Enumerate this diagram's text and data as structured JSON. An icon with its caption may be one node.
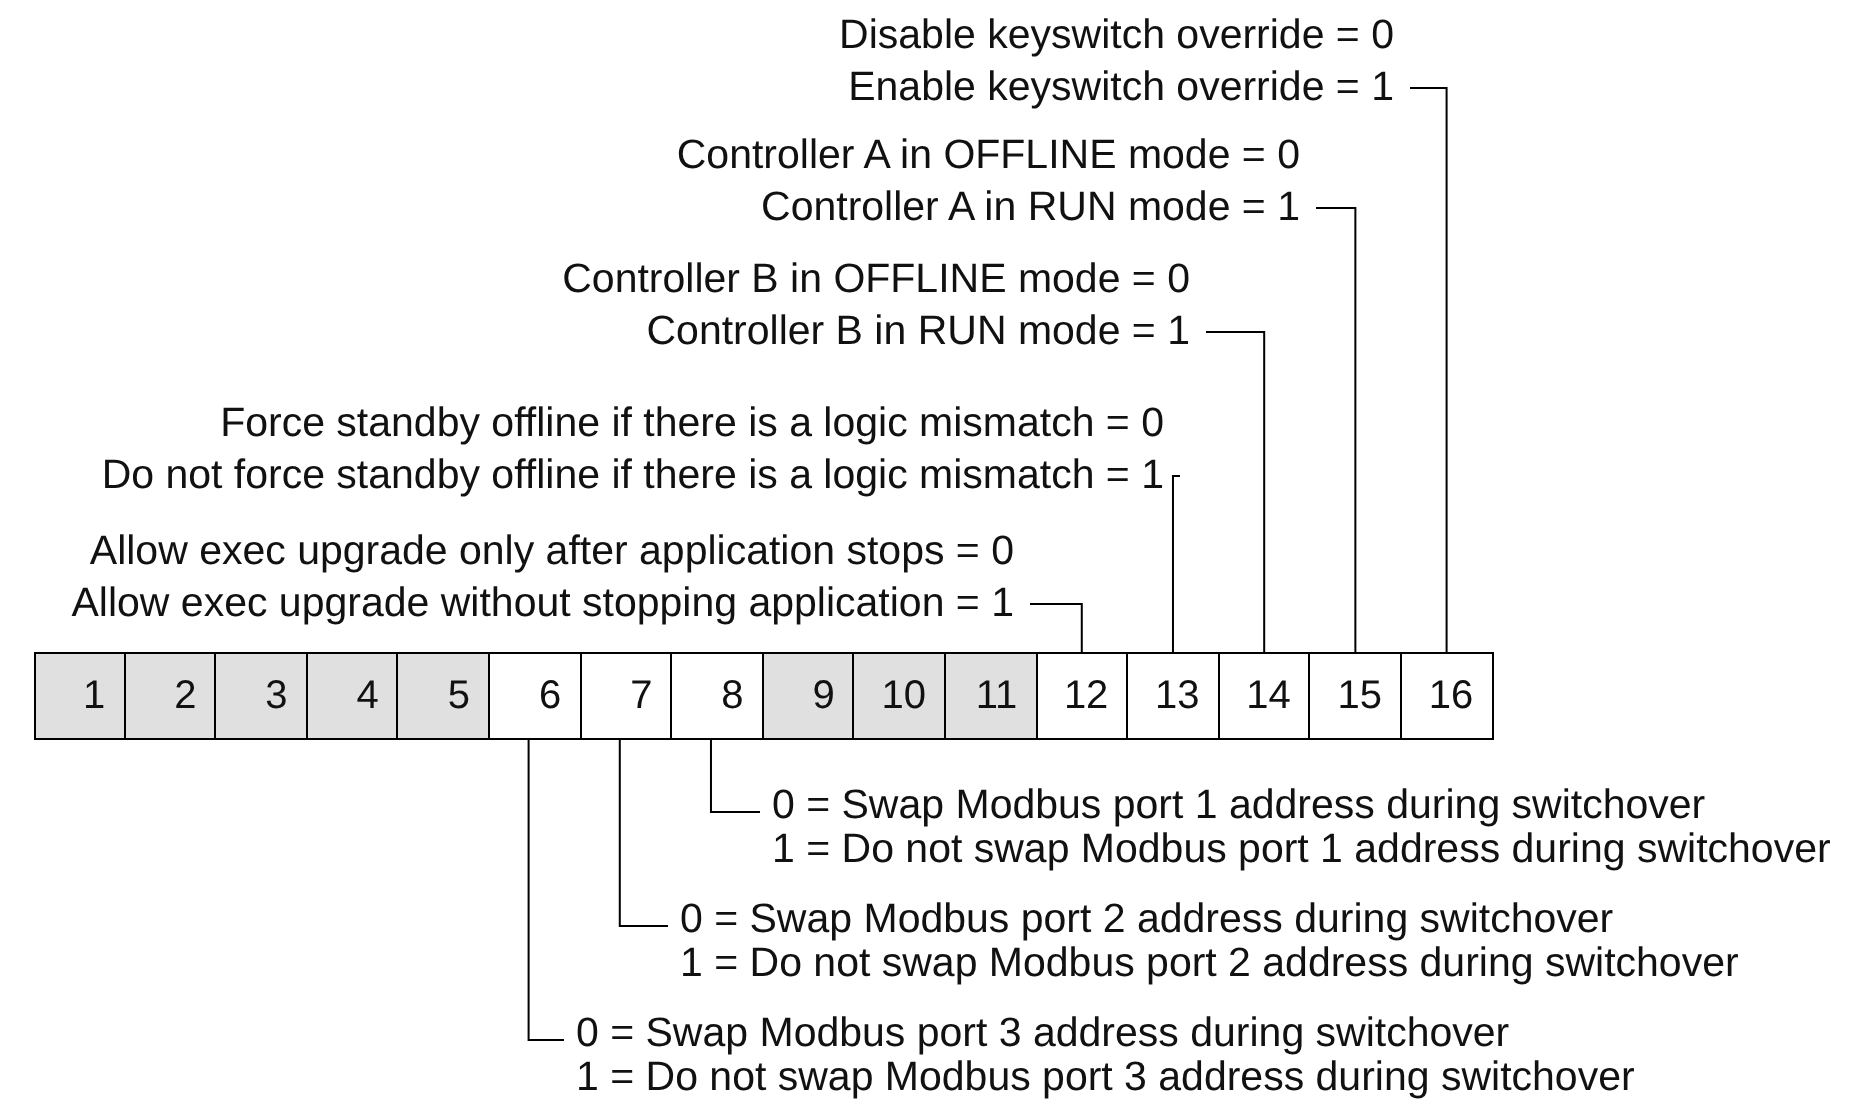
{
  "diagram": {
    "nodes": [
      {
        "text": [
          "Disable keyswitch override = 0",
          "Enable keyswitch override = 1"
        ]
      },
      {
        "text": [
          "Controller A in OFFLINE mode = 0",
          "Controller A in RUN mode = 1"
        ]
      },
      {
        "text": [
          "Controller B in OFFLINE mode = 0",
          "Controller B in RUN mode = 1"
        ]
      },
      {
        "text": [
          "Force standby offline if there is a logic mismatch = 0",
          "Do not force standby offline if there is a logic mismatch = 1"
        ]
      },
      {
        "text": [
          "Allow exec upgrade only after application stops = 0",
          "Allow exec upgrade without stopping application = 1"
        ]
      },
      {
        "text": [
          "1"
        ]
      },
      {
        "text": [
          "2"
        ]
      },
      {
        "text": [
          "3"
        ]
      },
      {
        "text": [
          "4"
        ]
      },
      {
        "text": [
          "5"
        ]
      },
      {
        "text": [
          "6"
        ]
      },
      {
        "text": [
          "7"
        ]
      },
      {
        "text": [
          "8"
        ]
      },
      {
        "text": [
          "9"
        ]
      },
      {
        "text": [
          "10"
        ]
      },
      {
        "text": [
          "11"
        ]
      },
      {
        "text": [
          "12"
        ]
      },
      {
        "text": [
          "13"
        ]
      },
      {
        "text": [
          "14"
        ]
      },
      {
        "text": [
          "15"
        ]
      },
      {
        "text": [
          "16"
        ]
      },
      {
        "text": [
          "0 = Swap Modbus port 1 address during switchover",
          "1 = Do not swap Modbus port 1 address during switchover"
        ]
      },
      {
        "text": [
          "0 = Swap Modbus port 2 address during switchover",
          "1 = Do not swap Modbus port 2 address during switchover"
        ]
      },
      {
        "text": [
          "0 = Swap Modbus port 3 address during switchover",
          "1 = Do not swap Modbus port 3 address during switchover"
        ]
      }
    ],
    "edges": [
      {
        "from": 0,
        "to": 20,
        "arrow": "none"
      },
      {
        "from": 1,
        "to": 19,
        "arrow": "none"
      },
      {
        "from": 2,
        "to": 18,
        "arrow": "none"
      },
      {
        "from": 3,
        "to": 17,
        "arrow": "none"
      },
      {
        "from": 4,
        "to": 16,
        "arrow": "none"
      },
      {
        "from": 21,
        "to": 12,
        "arrow": "none"
      },
      {
        "from": 22,
        "to": 11,
        "arrow": "none"
      },
      {
        "from": 23,
        "to": 10,
        "arrow": "none"
      }
    ]
  }
}
